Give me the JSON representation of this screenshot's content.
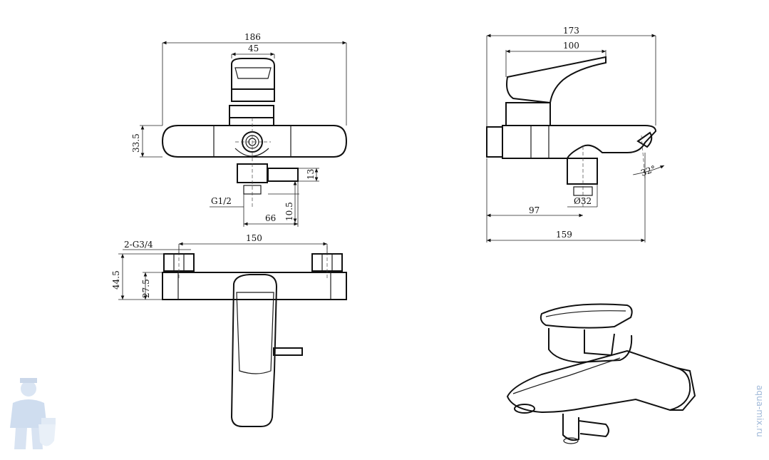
{
  "dimensions": {
    "front": {
      "overall_width": "186",
      "handle_width": "45",
      "body_height": "33.5",
      "outlet_height": "13",
      "thread": "G1/2",
      "outlet_drop": "10.5",
      "outlet_reach": "66"
    },
    "side": {
      "overall": "173",
      "handle_reach": "100",
      "angle": "32°",
      "diverter_offset": "97",
      "diverter_diameter": "Ø32",
      "total_depth": "159"
    },
    "top": {
      "inlet_thread": "2-G3/4",
      "inlet_centers": "150",
      "total_height": "44.5",
      "body_height": "27.5"
    }
  },
  "watermark": {
    "vertical_text": "aqua-mix.ru"
  },
  "colors": {
    "line": "#1a1a1a",
    "watermark": "#9fb8d8"
  }
}
